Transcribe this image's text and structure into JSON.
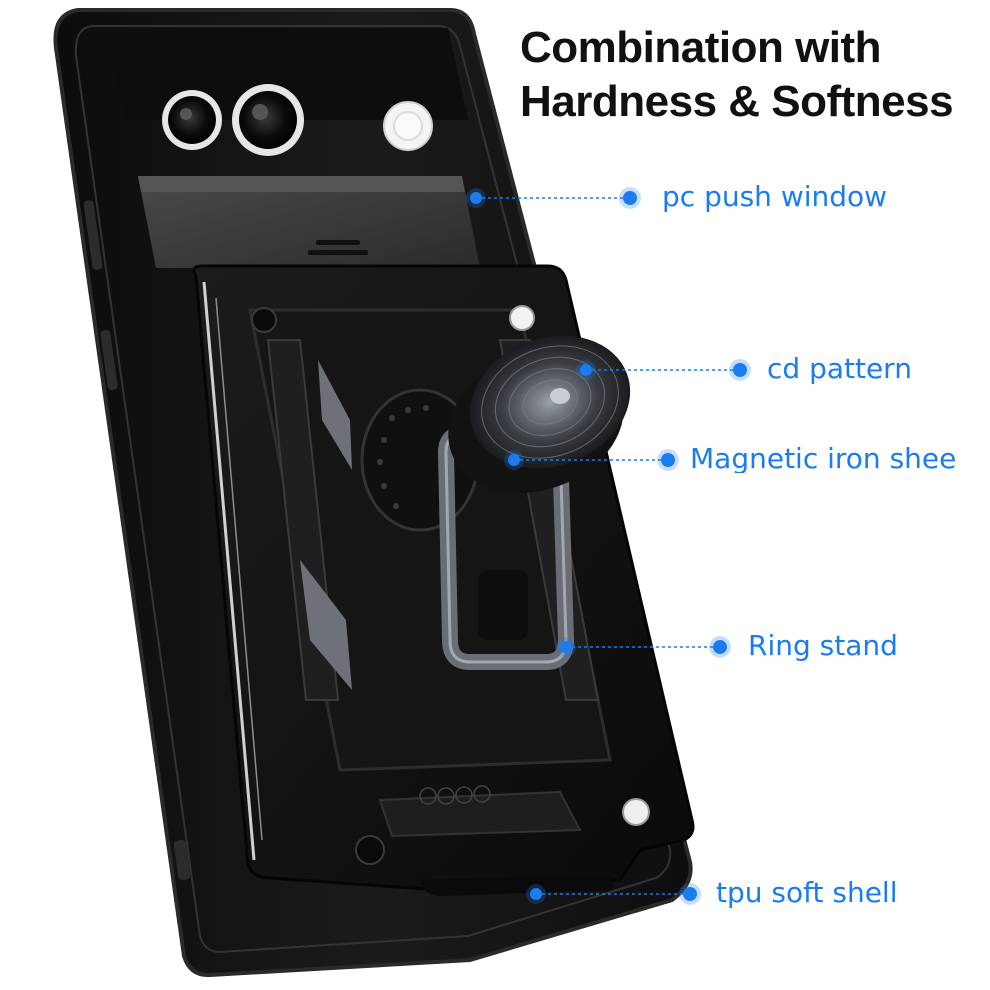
{
  "headline": {
    "line1": "Combination with",
    "line2": "Hardness & Softness"
  },
  "callouts": [
    {
      "label": "pc push window"
    },
    {
      "label": "cd pattern"
    },
    {
      "label": "Magnetic iron shee"
    },
    {
      "label": "Ring stand"
    },
    {
      "label": "tpu soft shell"
    }
  ],
  "colors": {
    "accent": "#1a7cf0",
    "case": "#141414",
    "case_edge": "#2a2a2a",
    "metal": "#5c5f66",
    "headline_text": "#111111"
  }
}
